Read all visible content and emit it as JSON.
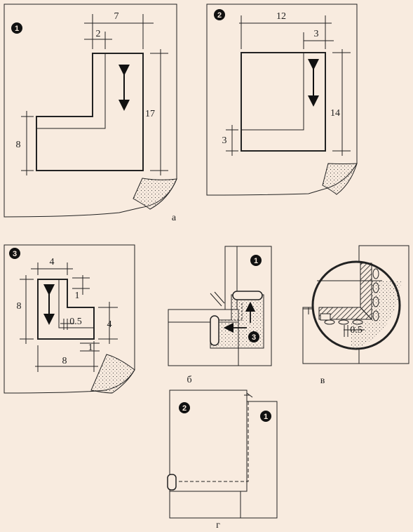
{
  "colors": {
    "background": "#f8ebdf",
    "ink": "#1a1a1a",
    "paper": "#f8ebdf"
  },
  "panel_a": {
    "caption": "а",
    "pattern1": {
      "badge": "1",
      "dim_top": "7",
      "dim_inner": "2",
      "dim_height": "17",
      "dim_left": "8"
    },
    "pattern2": {
      "badge": "2",
      "dim_top": "12",
      "dim_inner": "3",
      "dim_height": "14",
      "dim_left": "3"
    }
  },
  "pattern3": {
    "badge": "3",
    "dim_top": "4",
    "dim_left": "8",
    "dim_notch": "1",
    "dim_inner": "0.5",
    "dim_right": "4",
    "dim_bottom_small": "1",
    "dim_bottom": "8"
  },
  "panel_b": {
    "caption": "б",
    "badge_top": "1",
    "badge_mid": "3"
  },
  "panel_v": {
    "caption": "в",
    "dim_seam": "0.5"
  },
  "panel_g": {
    "caption": "г",
    "badge_left": "2",
    "badge_right": "1"
  }
}
